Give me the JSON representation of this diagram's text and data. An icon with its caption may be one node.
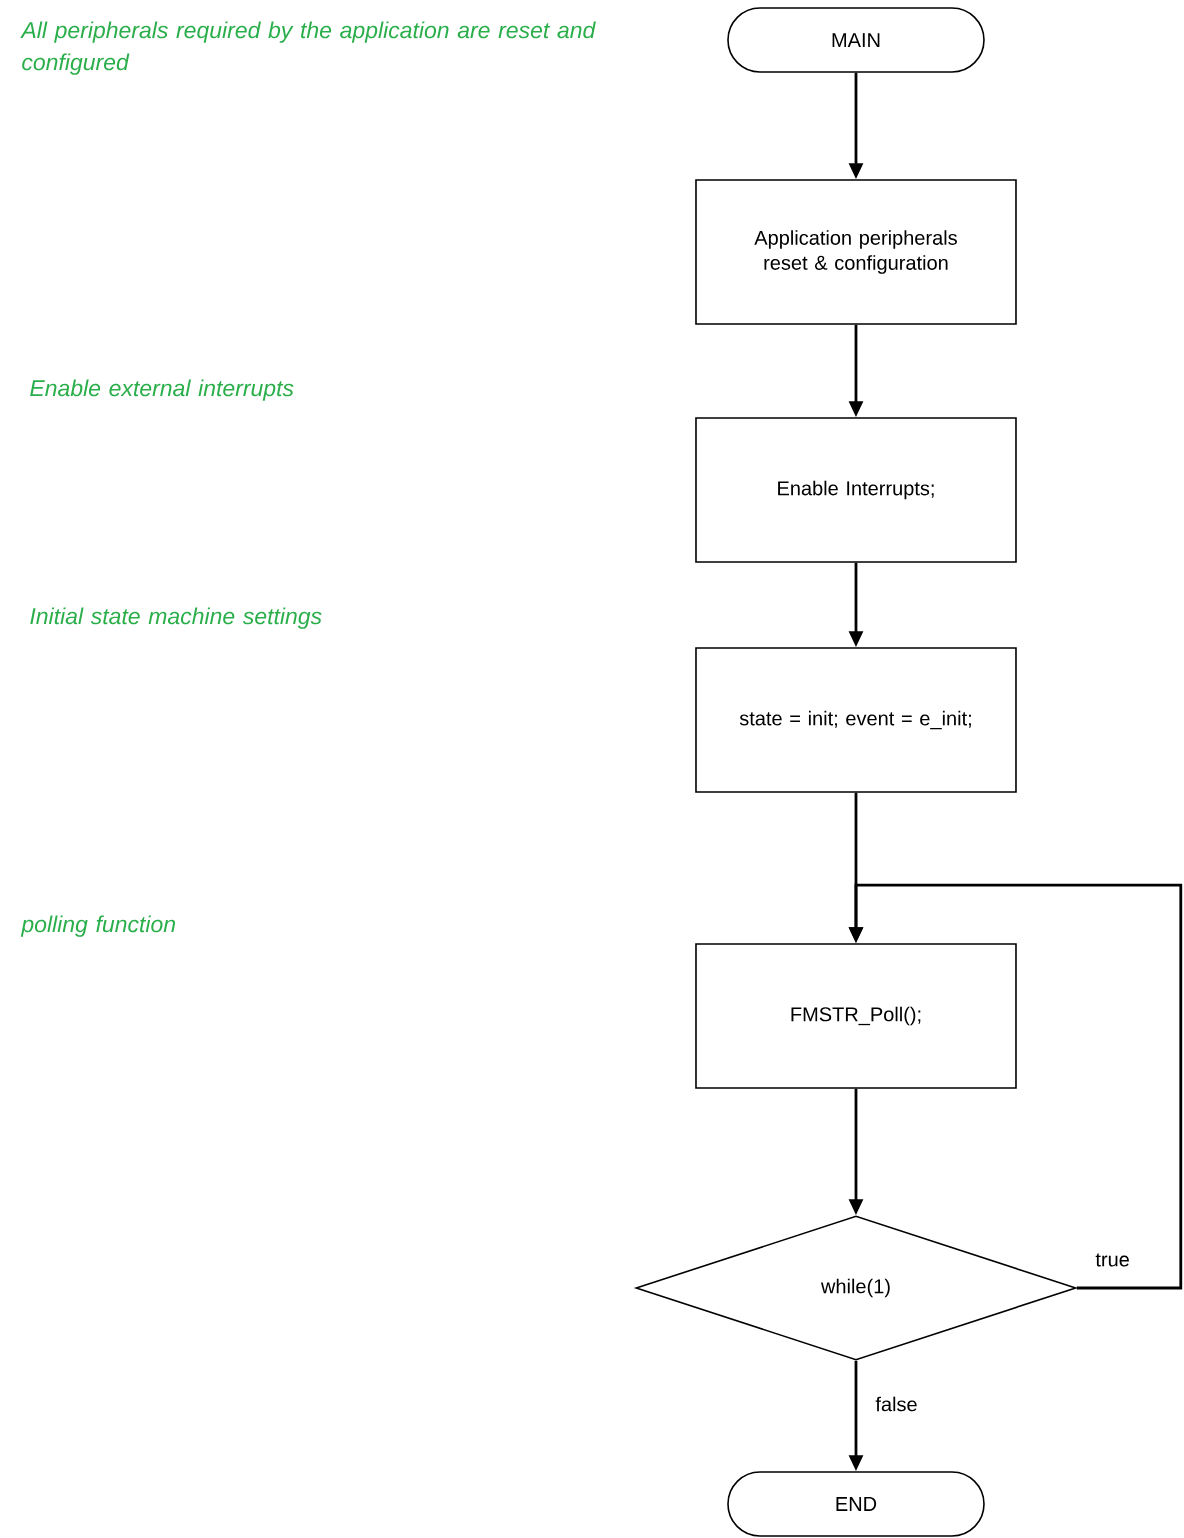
{
  "diagram": {
    "nodes": [
      {
        "text": [
          "MAIN"
        ]
      },
      {
        "text": [
          "Application peripherals reset & configuration"
        ]
      },
      {
        "text": [
          "Enable Interrupts;"
        ]
      },
      {
        "text": [
          "state = init; event = e_init;"
        ]
      },
      {
        "text": [
          "FMSTR_Poll();"
        ]
      },
      {
        "text": [
          "while(1)"
        ]
      },
      {
        "text": [
          "END"
        ]
      }
    ],
    "edges": [
      {
        "from": 0,
        "to": 1,
        "arrow": "to"
      },
      {
        "from": 1,
        "to": 2,
        "arrow": "to"
      },
      {
        "from": 2,
        "to": 3,
        "arrow": "to"
      },
      {
        "from": 3,
        "to": 4,
        "arrow": "to"
      },
      {
        "from": 4,
        "to": 5,
        "arrow": "to"
      },
      {
        "from": 5,
        "to": 6,
        "arrow": "to",
        "label": "false"
      },
      {
        "from": 5,
        "to": 4,
        "arrow": "to",
        "label": "true"
      }
    ],
    "labels": [
      "All peripherals required by the application are reset and configured",
      "Enable external interrupts",
      "Initial state machine settings",
      "polling function"
    ]
  }
}
